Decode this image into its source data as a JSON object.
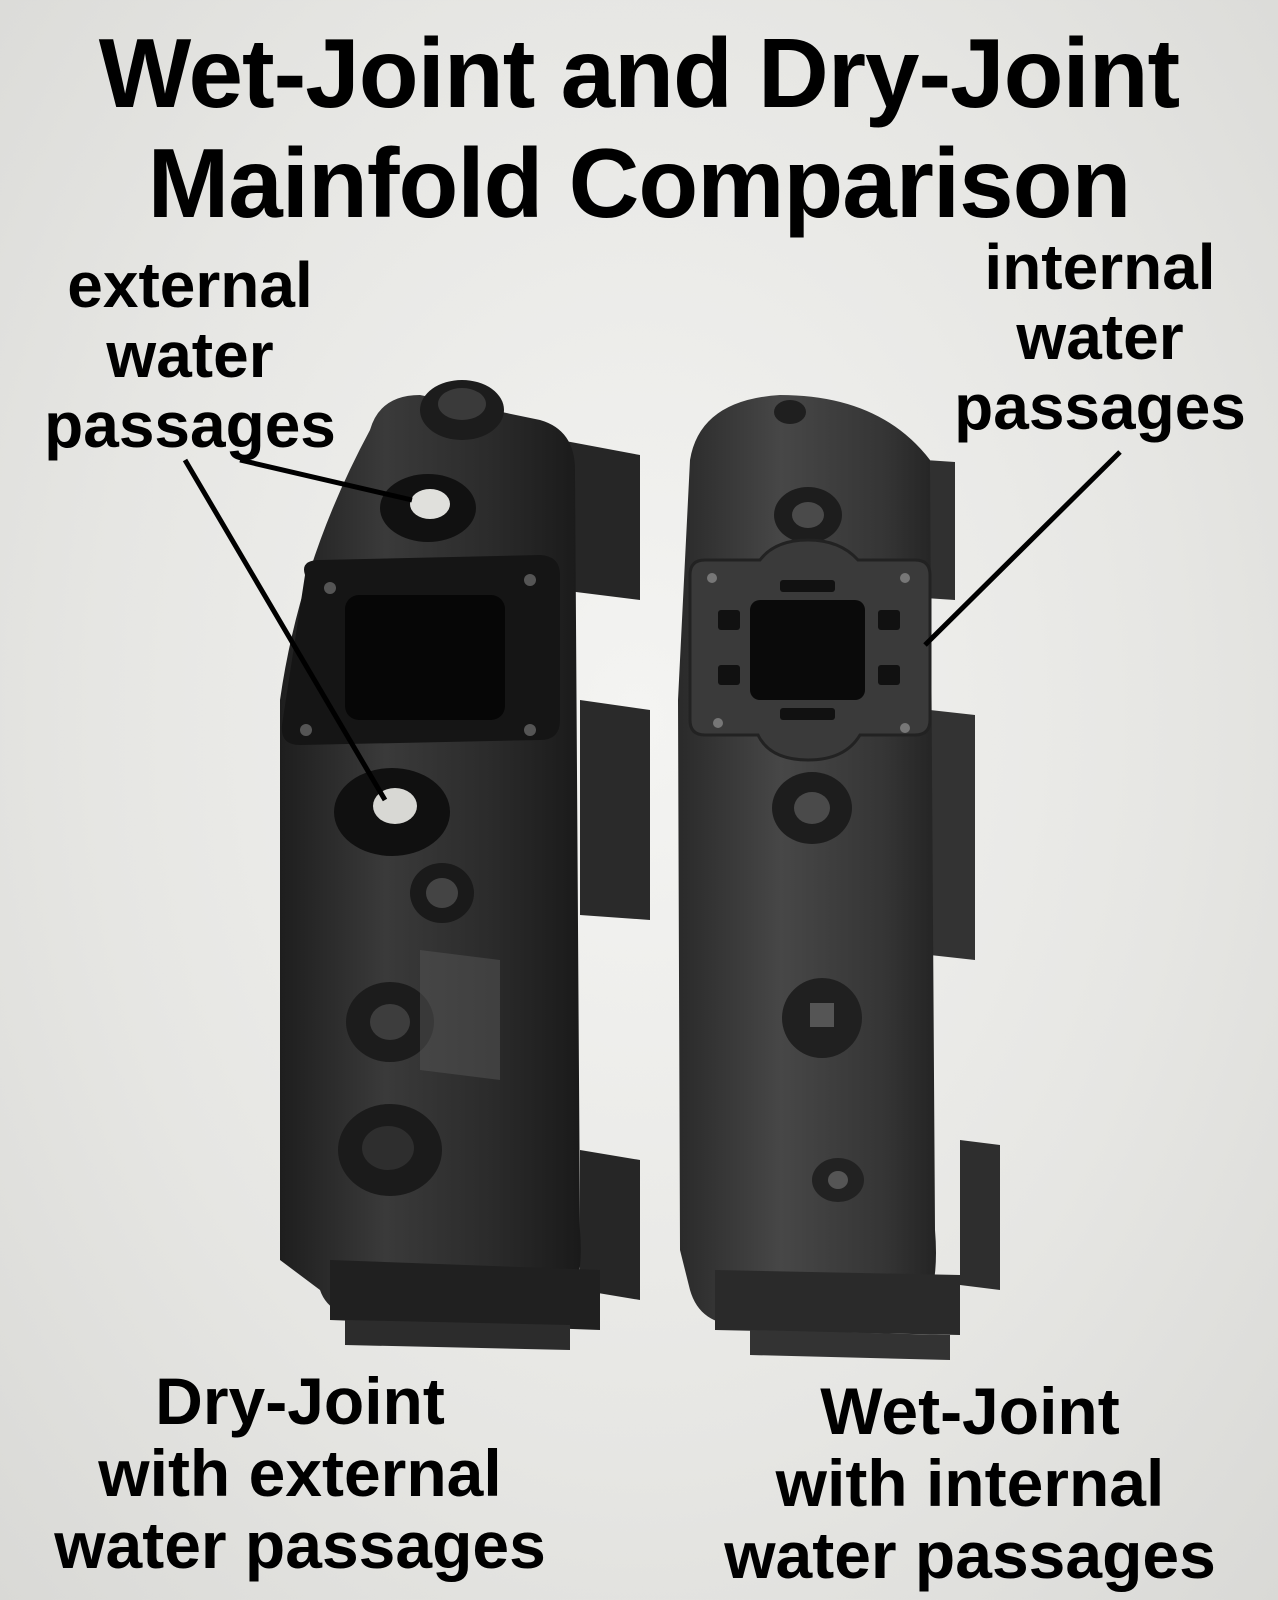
{
  "title": {
    "line1": "Wet-Joint and Dry-Joint",
    "line2": "Mainfold Comparison"
  },
  "labels": {
    "top_left": [
      "external",
      "water",
      "passages"
    ],
    "top_right": [
      "internal",
      "water",
      "passages"
    ],
    "bottom_left": [
      "Dry-Joint",
      "with external",
      "water passages"
    ],
    "bottom_right": [
      "Wet-Joint",
      "with internal",
      "water passages"
    ]
  },
  "colors": {
    "metal": "#2e2e2e",
    "metal_highlight": "#4a4a4a",
    "gasket": "#1a1a1a",
    "background": "#e9e9e6"
  }
}
